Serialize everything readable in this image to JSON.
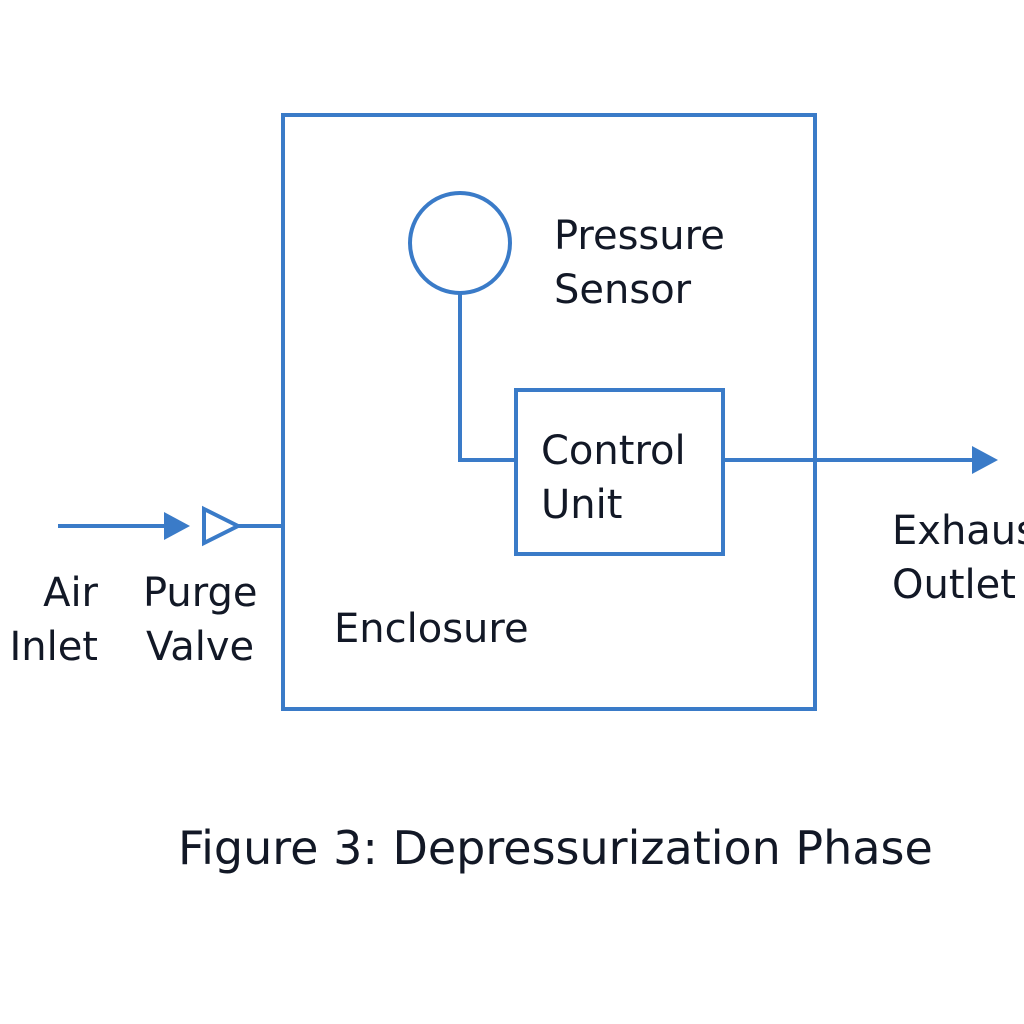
{
  "diagram": {
    "colors": {
      "line": "#3a7bc8",
      "text": "#121826",
      "background": "#ffffff"
    },
    "labels": {
      "air_inlet": [
        "Air",
        "Inlet"
      ],
      "purge_valve": [
        "Purge",
        "Valve"
      ],
      "pressure_sensor": [
        "Pressure",
        "Sensor"
      ],
      "control_unit": [
        "Control",
        "Unit"
      ],
      "enclosure": "Enclosure",
      "exhaust_outlet": [
        "Exhaust",
        "Outlet"
      ]
    },
    "caption": "Figure 3: Depressurization Phase"
  }
}
